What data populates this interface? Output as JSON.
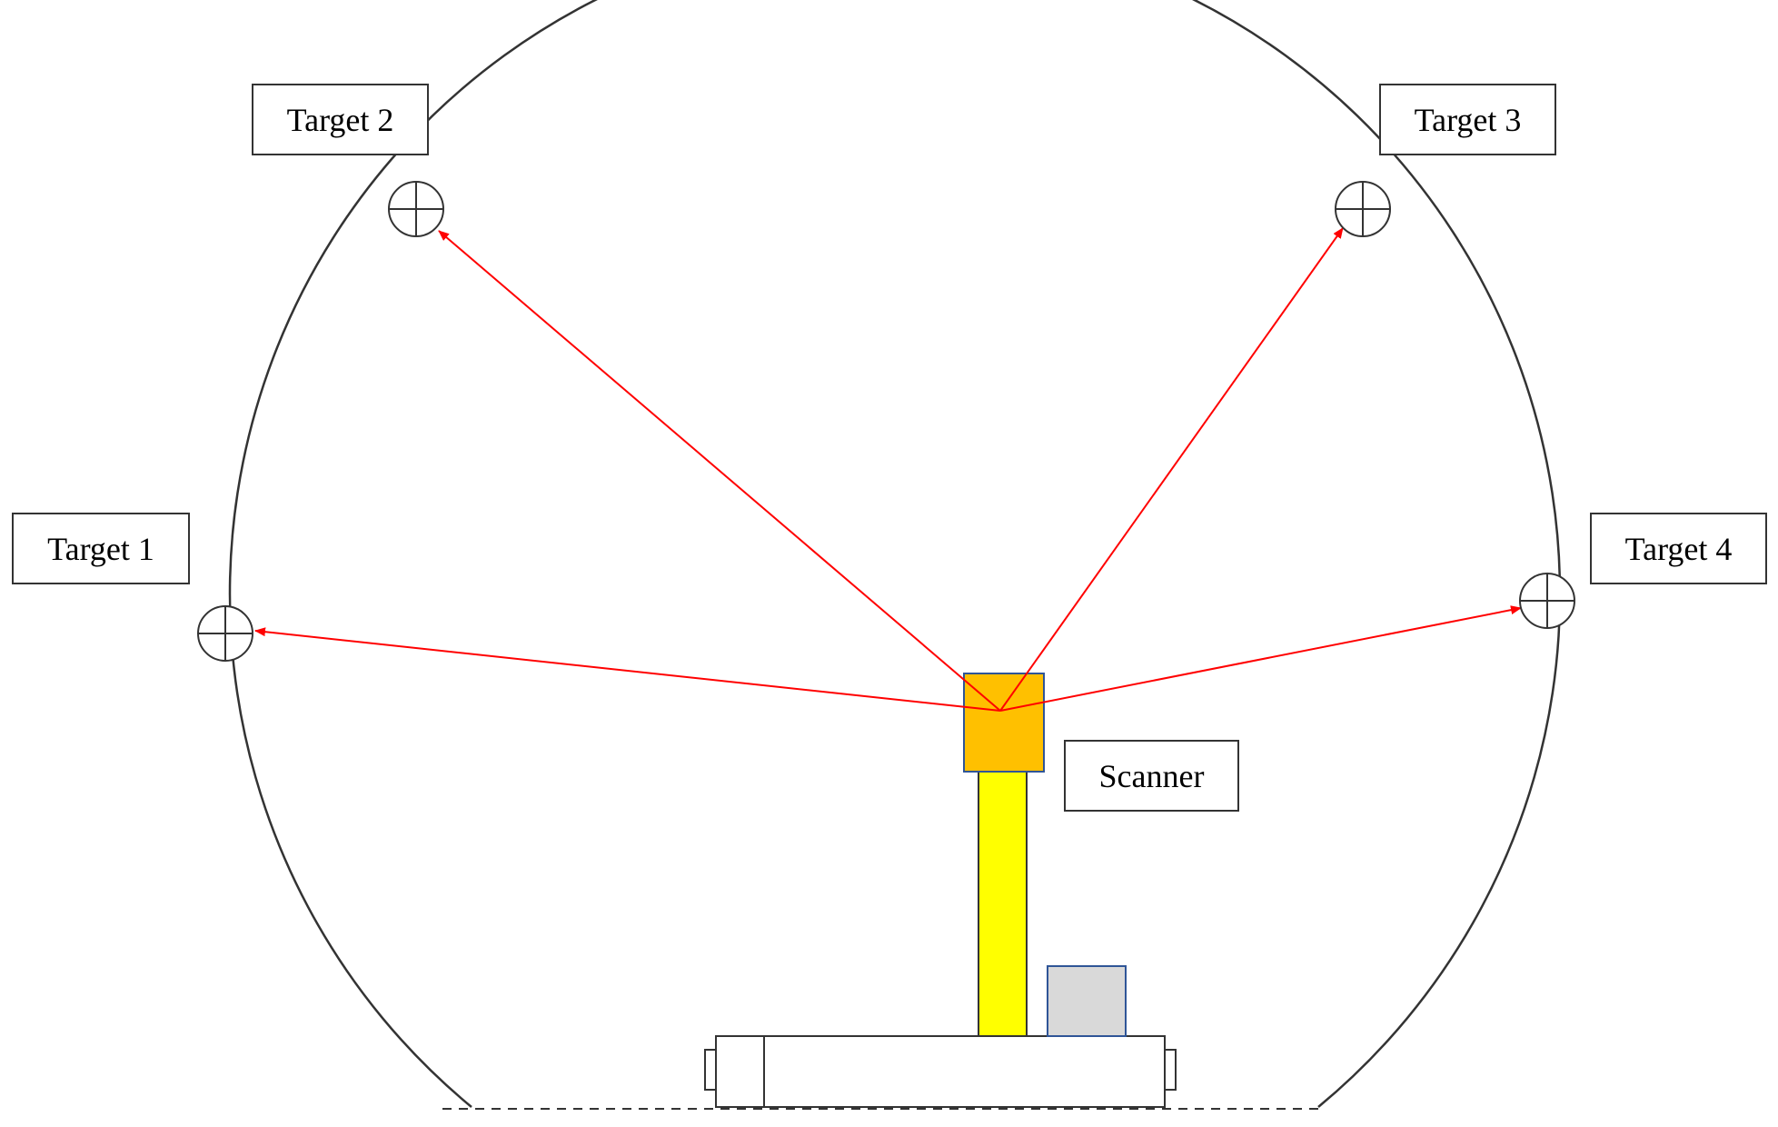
{
  "labels": {
    "target_1": "Target 1",
    "target_2": "Target 2",
    "target_3": "Target 3",
    "target_4": "Target 4",
    "scanner": "Scanner"
  },
  "colors": {
    "outline": "#333333",
    "ray": "#ff0000",
    "scanner_head": "#ffc000",
    "scanner_head_border": "#2f5597",
    "mast": "#ffff00",
    "box": "#d9d9d9",
    "box_border": "#2f5597"
  },
  "icons": {
    "target_marker": "crosshair-circle-icon",
    "ray_arrow": "arrow-head-icon"
  }
}
